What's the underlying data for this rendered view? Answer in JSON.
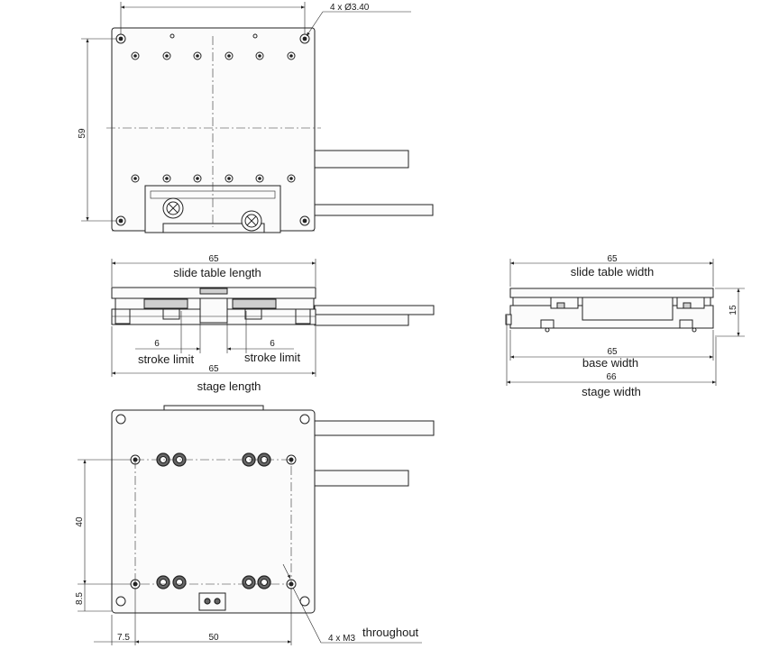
{
  "top_view": {
    "hole_callout": "4 x Ø3.40",
    "height_dim": "59"
  },
  "front_view": {
    "slide_length_dim": "65",
    "slide_length_label": "slide table length",
    "stroke_left_dim": "6",
    "stroke_left_label": "stroke limit",
    "stroke_right_dim": "6",
    "stroke_right_label": "stroke limit",
    "stage_length_dim": "65",
    "stage_length_label": "stage length"
  },
  "side_view": {
    "slide_width_dim": "65",
    "slide_width_label": "slide table width",
    "height_dim": "15",
    "base_width_dim": "65",
    "base_width_label": "base width",
    "stage_width_dim": "66",
    "stage_width_label": "stage width"
  },
  "bottom_view": {
    "vertical_dim": "40",
    "offset_dim": "8.5",
    "left_offset_dim": "7.5",
    "horizontal_dim": "50",
    "thread_callout": "4 x M3",
    "thread_note": "throughout"
  }
}
